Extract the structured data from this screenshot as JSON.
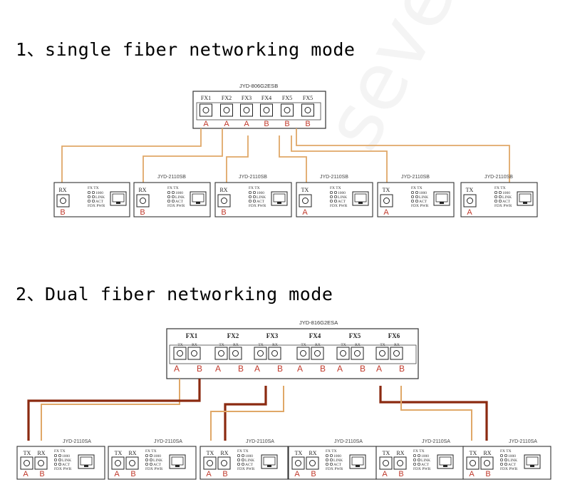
{
  "watermark": "sevenlayer",
  "section1": {
    "heading": "1、single fiber networking mode",
    "switch": {
      "model": "JYD-806G2ESB",
      "ports": [
        {
          "name": "FX1",
          "label": "A"
        },
        {
          "name": "FX2",
          "label": "A"
        },
        {
          "name": "FX3",
          "label": "A"
        },
        {
          "name": "FX4",
          "label": "B"
        },
        {
          "name": "FX5",
          "label": "B"
        },
        {
          "name": "FX5",
          "label": "B"
        }
      ]
    },
    "converters": [
      {
        "model": "",
        "port": "RX",
        "label": "B"
      },
      {
        "model": "JYD-2110SB",
        "port": "RX",
        "label": "B"
      },
      {
        "model": "JYD-2110SB",
        "port": "RX",
        "label": "B"
      },
      {
        "model": "JYD-2110SB",
        "port": "TX",
        "label": "A"
      },
      {
        "model": "JYD-2110SB",
        "port": "TX",
        "label": "A"
      },
      {
        "model": "JYD-2110SB",
        "port": "TX",
        "label": "A"
      }
    ]
  },
  "section2": {
    "heading": "2、Dual fiber networking mode",
    "switch": {
      "model": "JYD-816G2ESA",
      "ports": [
        {
          "name": "FX1",
          "tx": "TX",
          "rx": "RX",
          "a": "A",
          "b": "B"
        },
        {
          "name": "FX2",
          "tx": "TX",
          "rx": "RX",
          "a": "A",
          "b": "B"
        },
        {
          "name": "FX3",
          "tx": "TX",
          "rx": "RX",
          "a": "A",
          "b": "B"
        },
        {
          "name": "FX4",
          "tx": "TX",
          "rx": "RX",
          "a": "A",
          "b": "B"
        },
        {
          "name": "FX5",
          "tx": "TX",
          "rx": "RX",
          "a": "A",
          "b": "B"
        },
        {
          "name": "FX6",
          "tx": "TX",
          "rx": "RX",
          "a": "A",
          "b": "B"
        }
      ]
    },
    "converters": [
      {
        "model": "JYD-2110SA",
        "tx": "TX",
        "rx": "RX",
        "a": "A",
        "b": "B"
      },
      {
        "model": "JYD-2110SA",
        "tx": "TX",
        "rx": "RX",
        "a": "A",
        "b": "B"
      },
      {
        "model": "JYD-2110SA",
        "tx": "TX",
        "rx": "RX",
        "a": "A",
        "b": "B"
      },
      {
        "model": "JYD-2110SA",
        "tx": "TX",
        "rx": "RX",
        "a": "A",
        "b": "B"
      },
      {
        "model": "JYD-2110SA",
        "tx": "TX",
        "rx": "RX",
        "a": "A",
        "b": "B"
      },
      {
        "model": "JYD-2110SA",
        "tx": "TX",
        "rx": "RX",
        "a": "A",
        "b": "B"
      }
    ]
  },
  "led_panel": {
    "fx": "FX",
    "tx": "TX",
    "speed": "1000",
    "link": "LINK",
    "act": "ACT",
    "fdx": "FDX",
    "pwr": "PWR"
  },
  "colors": {
    "fiber_light": "#e0a868",
    "fiber_dark": "#8b2a10",
    "label_red": "#c0392b"
  }
}
